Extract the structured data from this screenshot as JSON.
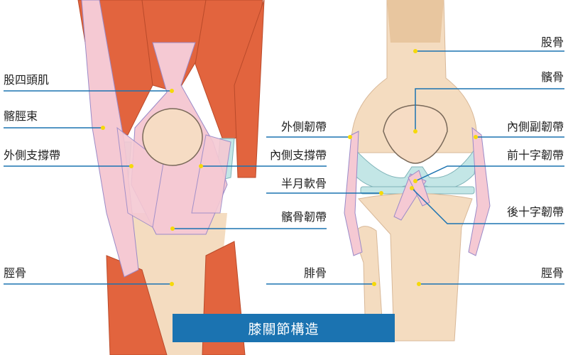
{
  "title": "膝關節構造",
  "colors": {
    "line": "#1b73b1",
    "dot": "#f5d90a",
    "muscle": "#e2643e",
    "ligament": "#f5c9d3",
    "bone": "#f4dcc0",
    "cartilage": "#c3e6e6"
  },
  "front_view_labels": {
    "quadriceps": "股四頭肌",
    "iliotibial_band": "髂脛束",
    "lateral_retinaculum": "外側支撐帶",
    "tibia": "脛骨",
    "medial_retinaculum": "內側支撐帶",
    "patellar_ligament": "髕骨韌帶"
  },
  "joint_view_labels": {
    "lateral_ligament": "外側韌帶",
    "meniscus": "半月軟骨",
    "fibula": "腓骨",
    "femur": "股骨",
    "patella": "髕骨",
    "medial_collateral_ligament": "內側副韌帶",
    "acl": "前十字韌帶",
    "pcl": "後十字韌帶",
    "tibia": "脛骨"
  }
}
